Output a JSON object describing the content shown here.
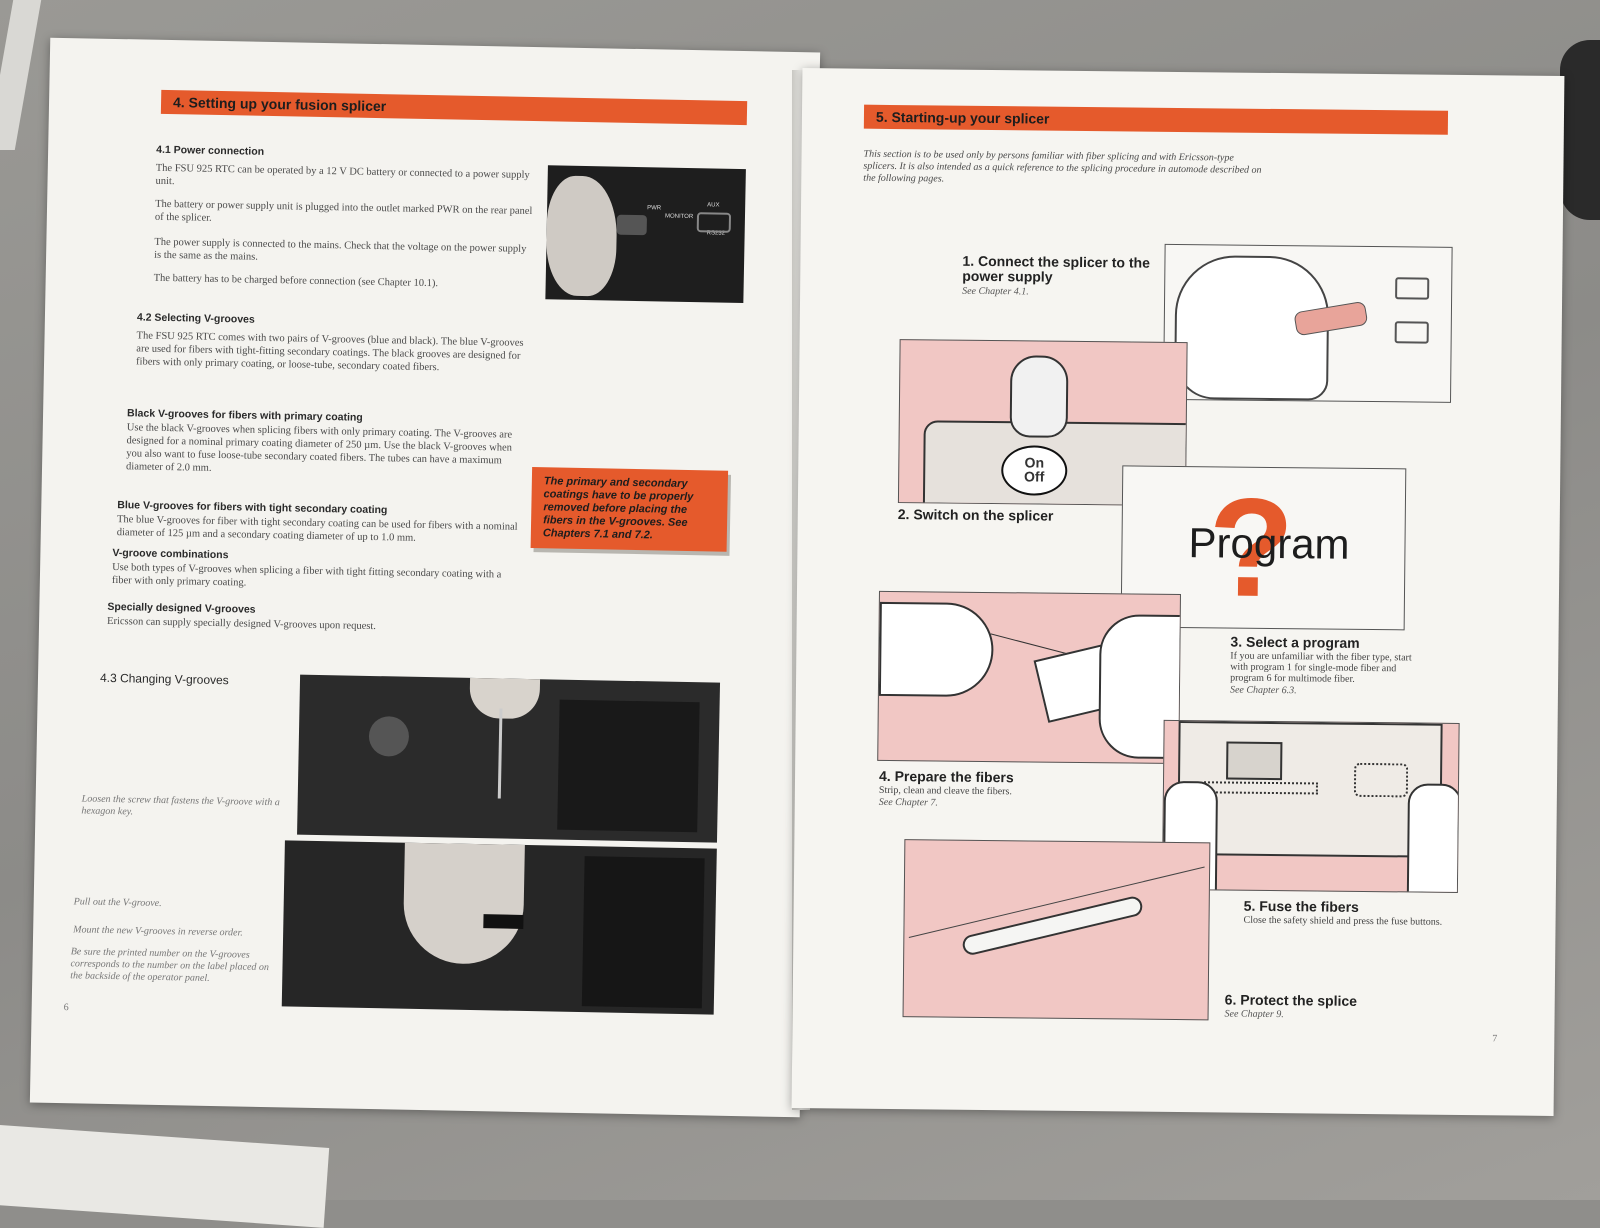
{
  "left_page": {
    "banner": "4.  Setting up your fusion splicer",
    "s41": {
      "heading": "4.1  Power connection",
      "p1": "The FSU 925 RTC can be operated by a 12 V DC battery or connected to a power supply unit.",
      "p2": "The battery or power supply unit is plugged into the outlet marked PWR on the rear panel of the splicer.",
      "p3": "The power supply is connected to the mains. Check that the voltage on the power supply is the same as the mains.",
      "p4": "The battery has to be charged before connection (see Chapter 10.1).",
      "photo_labels": [
        "PWR",
        "MONITOR",
        "AUX",
        "RS232"
      ]
    },
    "s42": {
      "heading": "4.2  Selecting V-grooves",
      "p1": "The FSU 925 RTC comes with two pairs of V-grooves (blue and black). The blue V-grooves are used for fibers with tight-fitting secondary coatings. The black grooves are designed for fibers with only primary coating, or loose-tube, secondary coated fibers.",
      "black_heading": "Black V-grooves for fibers with primary coating",
      "black_text": "Use the black V-grooves when splicing fibers with only primary coating. The V-grooves are designed for a nominal primary coating diameter of 250 µm. Use the black V-grooves when you also want to fuse loose-tube secondary coated fibers. The tubes can have a maximum diameter of 2.0 mm.",
      "blue_heading": "Blue V-grooves for fibers with tight secondary coating",
      "blue_text": "The blue V-grooves for fiber with tight secondary coating can be used for fibers with a nominal diameter of 125 µm and a secondary coating diameter of up to 1.0 mm.",
      "combo_heading": "V-groove combinations",
      "combo_text": "Use both types of V-grooves when splicing a fiber with tight fitting secondary coating with a fiber with only primary coating.",
      "special_heading": "Specially  designed V-grooves",
      "special_text": "Ericsson can supply specially designed V-grooves upon request.",
      "note": "The primary and secondary coatings have to be properly removed before placing the fibers in the V-grooves. See Chapters 7.1 and 7.2."
    },
    "s43": {
      "heading": "4.3  Changing V-grooves",
      "caption1": "Loosen the screw that fastens the V-groove with a hexagon key.",
      "caption2": "Pull out the V-groove.",
      "caption3": "Mount the new V-grooves in reverse order.",
      "caption4": "Be sure the printed number on the V-grooves corresponds to the number on the label placed on the backside of the operator panel."
    },
    "page_number": "6"
  },
  "right_page": {
    "banner": "5.  Starting-up your splicer",
    "intro": "This section is to be used only by persons familiar with fiber splicing and with Ericsson-type splicers. It is also intended as a quick reference to the splicing procedure in automode described on the following pages.",
    "steps": [
      {
        "title": "1. Connect the splicer to the power supply",
        "text": "",
        "ref": "See Chapter 4.1."
      },
      {
        "title": "2. Switch on the splicer",
        "text": "",
        "ref": ""
      },
      {
        "title": "3. Select a program",
        "text": "If you are unfamiliar with the fiber type, start with program 1 for single-mode fiber and program 6 for multimode fiber.",
        "ref": "See Chapter 6.3."
      },
      {
        "title": "4. Prepare the fibers",
        "text": "Strip, clean and cleave the fibers.",
        "ref": "See Chapter 7."
      },
      {
        "title": "5. Fuse the fibers",
        "text": "Close the safety shield and press the fuse buttons.",
        "ref": ""
      },
      {
        "title": "6. Protect the splice",
        "text": "",
        "ref": "See Chapter 9."
      }
    ],
    "on_off_label": [
      "On",
      "Off"
    ],
    "program_label": "Program",
    "question_mark": "?",
    "page_number": "7"
  },
  "colors": {
    "banner_orange": "#e55a2c",
    "illustration_pink": "#f1c7c4"
  }
}
